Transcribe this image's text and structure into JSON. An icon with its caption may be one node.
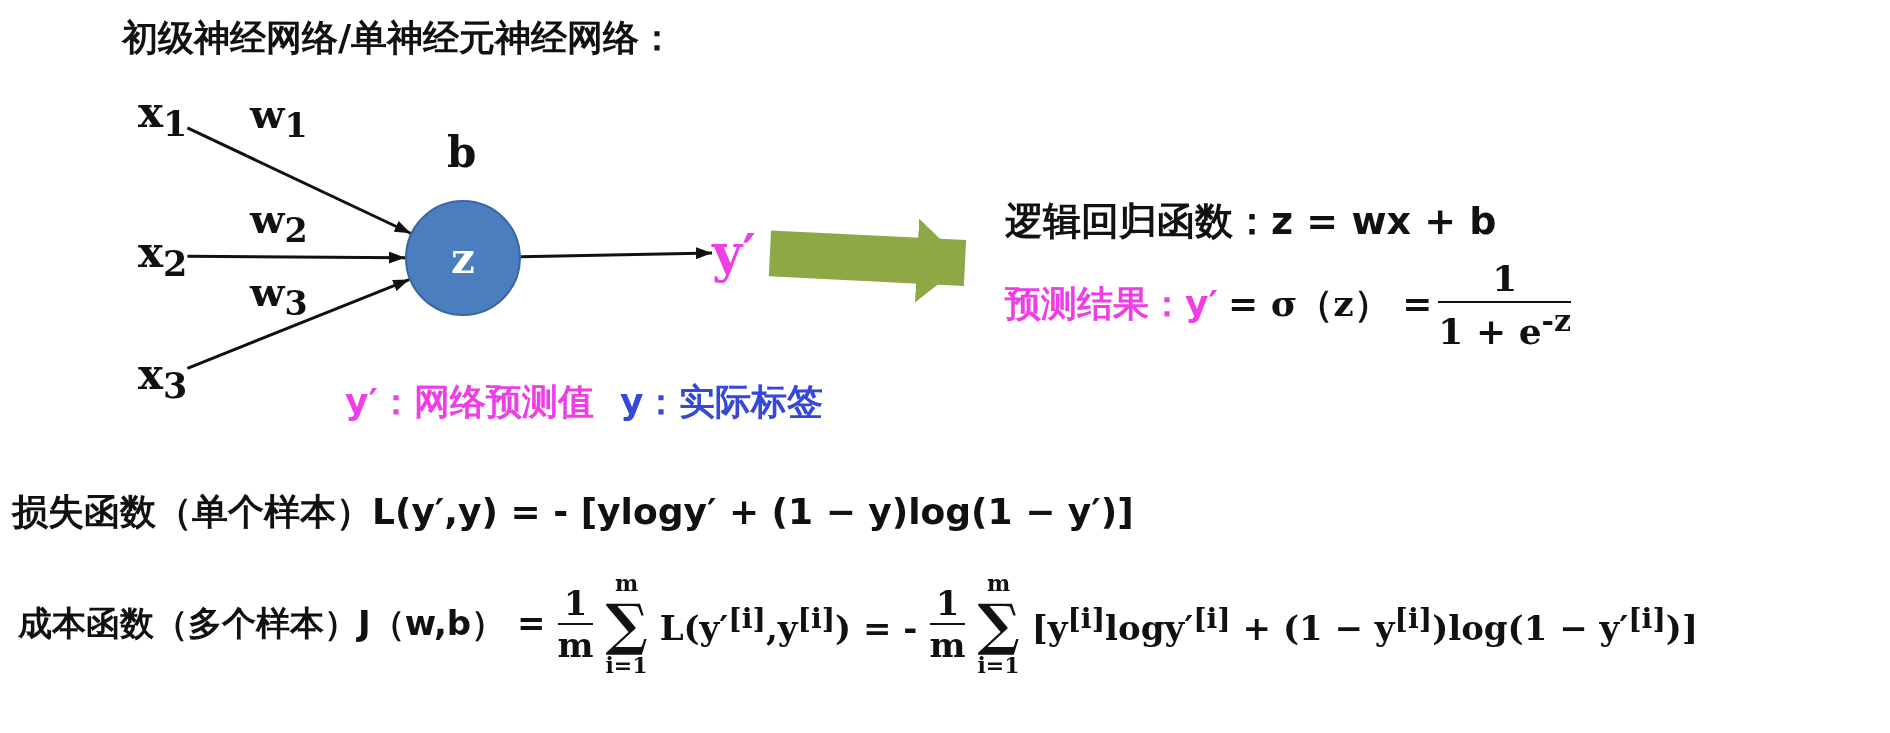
{
  "diagram": {
    "title": "初级神经网络/单神经元神经网络：",
    "nodes": [
      {
        "text": [
          "x$_{1}$"
        ]
      },
      {
        "text": [
          "x$_{2}$"
        ]
      },
      {
        "text": [
          "x$_{3}$"
        ]
      },
      {
        "text": [
          "z"
        ],
        "beside": [
          "b"
        ]
      },
      {
        "text": [
          "y′"
        ]
      },
      {
        "text": [
          "逻辑回归函数：z = wx + b",
          "预测结果：y′",
          "= σ（z） =",
          "1",
          "1 + e$^{-z}$"
        ]
      }
    ],
    "edges": [
      {
        "from": 0,
        "to": 3,
        "arrow": "to",
        "label": "w$_{1}$"
      },
      {
        "from": 1,
        "to": 3,
        "arrow": "to",
        "label": "w$_{2}$"
      },
      {
        "from": 2,
        "to": 3,
        "arrow": "to",
        "label": "w$_{3}$"
      },
      {
        "from": 3,
        "to": 4,
        "arrow": "to"
      },
      {
        "from": 4,
        "to": 5,
        "arrow": "to",
        "style": "thick",
        "color": "#8fa846"
      }
    ],
    "labels": [
      "y′：网络预测值",
      "y：实际标签",
      "损失函数（单个样本）L(y′,y) = - [ylogy′ + (1 − y)log(1 − y′)]",
      "成本函数（多个样本）J（w,b） =",
      "1",
      "m",
      "m",
      "∑",
      "i=1",
      "L(y′$^{[i]}$,y$^{[i]}$) = -",
      "1",
      "m",
      "m",
      "∑",
      "i=1",
      "[y$^{[i]}$logy′$^{[i]}$ + (1 − y$^{[i]}$)log(1 − y′$^{[i]}$)]"
    ]
  }
}
